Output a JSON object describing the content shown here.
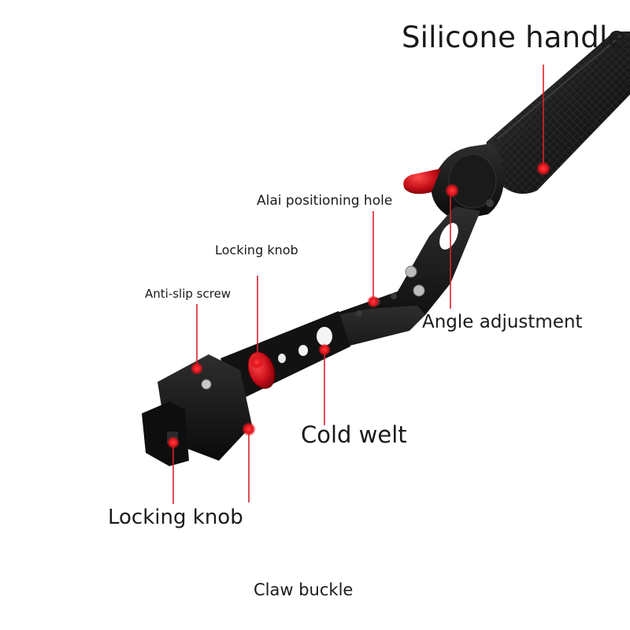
{
  "labels": {
    "silicone_handle": "Silicone handle",
    "alai_positioning_hole": "Alai positioning hole",
    "locking_knob_top": "Locking knob",
    "anti_slip_screw": "Anti-slip screw",
    "angle_adjustment": "Angle adjustment",
    "cold_welt": "Cold welt",
    "locking_knob_bottom": "Locking knob",
    "claw_buckle": "Claw buckle"
  },
  "colors": {
    "background": "#ffffff",
    "handle": "#1c1c1c",
    "bracket": "#141414",
    "accent_red": "#d0101a",
    "marker": "#e0141c",
    "leader_line": "#d8232a",
    "text": "#1a1a1a"
  }
}
